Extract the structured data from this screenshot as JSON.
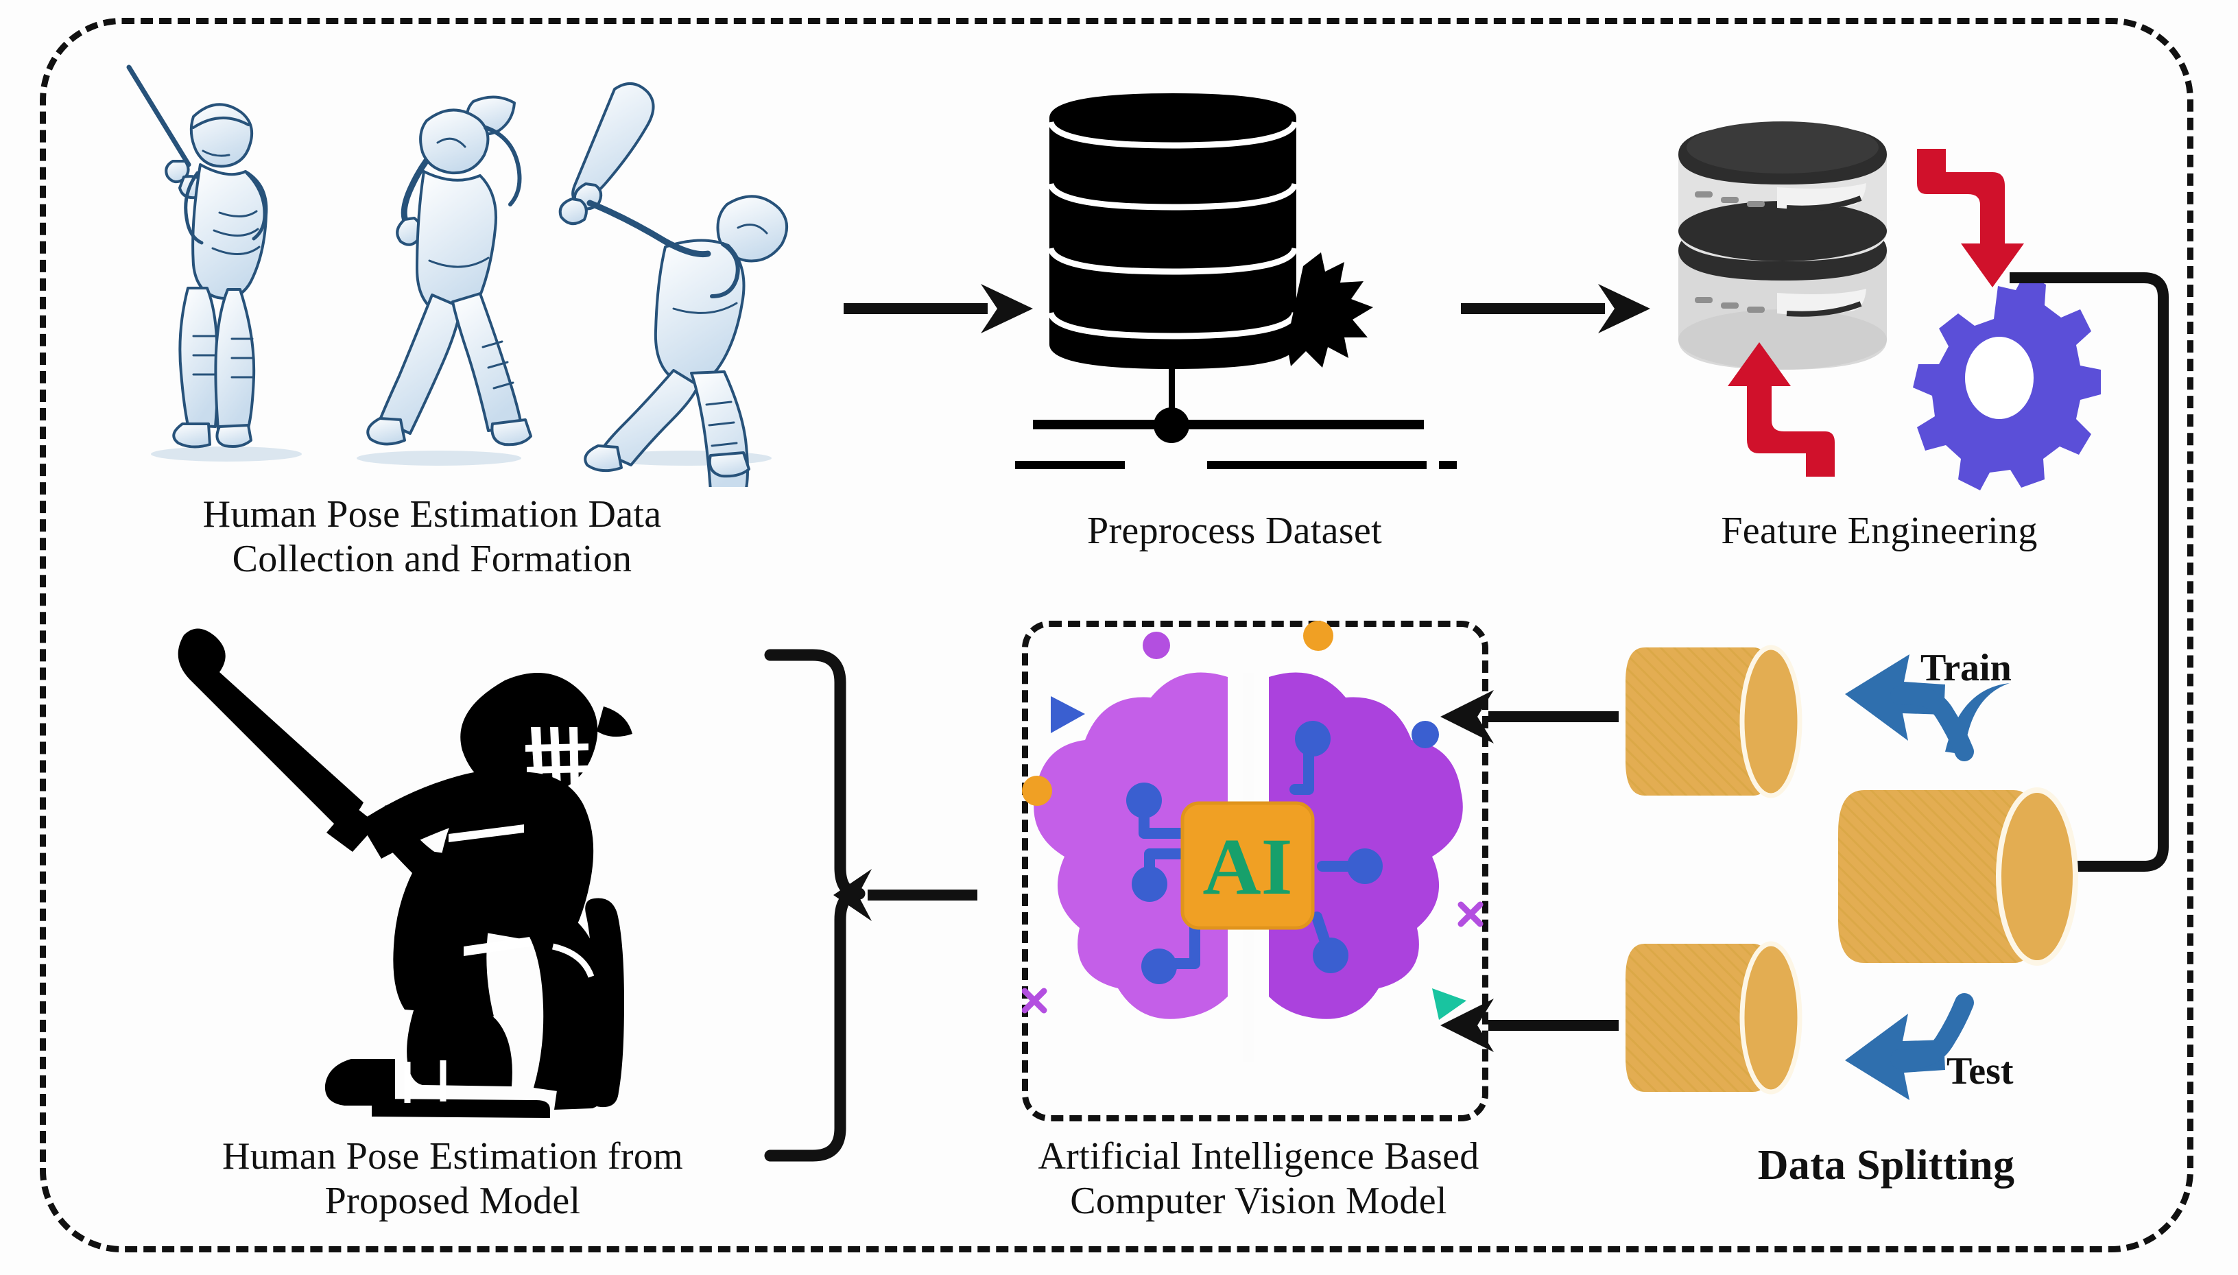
{
  "diagram": {
    "title_present": false,
    "frame": {
      "style": "dashed-rounded",
      "color": "#111111"
    },
    "nodes": [
      {
        "id": "data-collection",
        "label": "Human Pose Estimation Data\nCollection and Formation",
        "icon": "cricket-batsman-sketches",
        "bold": false
      },
      {
        "id": "preprocess",
        "label": "Preprocess Dataset",
        "icon": "database-cylinder-black",
        "bold": false
      },
      {
        "id": "feature-engineering",
        "label": "Feature Engineering",
        "icon": "database-gear",
        "bold": false
      },
      {
        "id": "data-splitting",
        "label": "Data Splitting",
        "icon": "split-cylinders",
        "bold": true
      },
      {
        "id": "ai-model",
        "label": "Artificial Intelligence Based\nComputer Vision Model",
        "icon": "ai-brain-chip",
        "bold": false
      },
      {
        "id": "pose-output",
        "label": "Human Pose Estimation from\nProposed Model",
        "icon": "cricket-batsman-silhouette",
        "bold": false
      }
    ],
    "edge_labels": {
      "train": "Train",
      "test": "Test"
    },
    "chip_text": "AI",
    "colors": {
      "stroke": "#111111",
      "brain_light": "#c45fe8",
      "brain_dark": "#a93fd8",
      "chip_orange": "#f0a024",
      "chip_text_green": "#17a06b",
      "node_blue": "#3a5fd0",
      "gear_indigo": "#5b4fd8",
      "arrow_red": "#d0112b",
      "cylinder_tan": "#e3ad52",
      "arrow_blue": "#2f6fae",
      "sketch_blue": "#27527a",
      "sketch_fill": "#dce8f2",
      "accent_orange": "#f0a024",
      "accent_teal": "#19c4a0",
      "accent_purple": "#b34fe0"
    }
  }
}
